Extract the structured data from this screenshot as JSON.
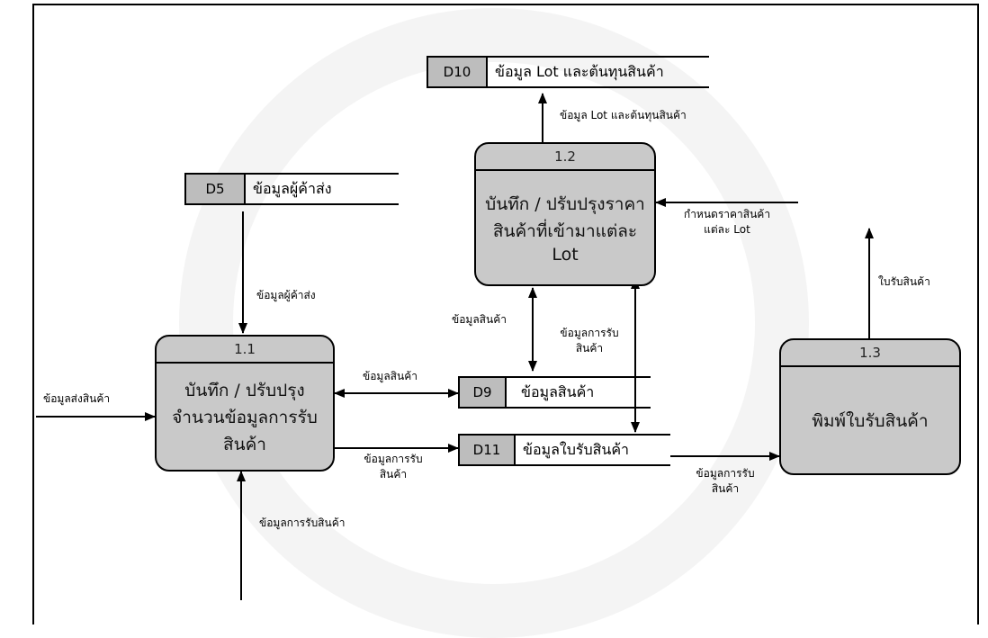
{
  "processes": {
    "p11": {
      "id": "1.1",
      "name": "บันทึก / ปรับปรุงจำนวนข้อมูลการรับสินค้า"
    },
    "p12": {
      "id": "1.2",
      "name": "บันทึก / ปรับปรุงราคาสินค้าที่เข้ามาแต่ละ Lot"
    },
    "p13": {
      "id": "1.3",
      "name": "พิมพ์ใบรับสินค้า"
    }
  },
  "stores": {
    "d5": {
      "id": "D5",
      "name": "ข้อมูลผู้ค้าส่ง"
    },
    "d9": {
      "id": "D9",
      "name": "ข้อมูลสินค้า"
    },
    "d10": {
      "id": "D10",
      "name": "ข้อมูล Lot และต้นทุนสินค้า"
    },
    "d11": {
      "id": "D11",
      "name": "ข้อมูลใบรับสินค้า"
    }
  },
  "flows": {
    "lot_cost": "ข้อมูล Lot และต้นทุนสินค้า",
    "supplier": "ข้อมูลผู้ค้าส่ง",
    "set_price_1": "กำหนดราคาสินค้า",
    "set_price_2": "แต่ละ Lot",
    "receipt": "ใบรับสินค้า",
    "product_12": "ข้อมูลสินค้า",
    "receiving_12_1": "ข้อมูลการรับ",
    "receiving_12_2": "สินค้า",
    "delivery_in": "ข้อมูลส่งสินค้า",
    "product_11": "ข้อมูลสินค้า",
    "receiving_11_1": "ข้อมูลการรับ",
    "receiving_11_2": "สินค้า",
    "receiving_13_1": "ข้อมูลการรับ",
    "receiving_13_2": "สินค้า",
    "receiving_in": "ข้อมูลการรับสินค้า"
  }
}
